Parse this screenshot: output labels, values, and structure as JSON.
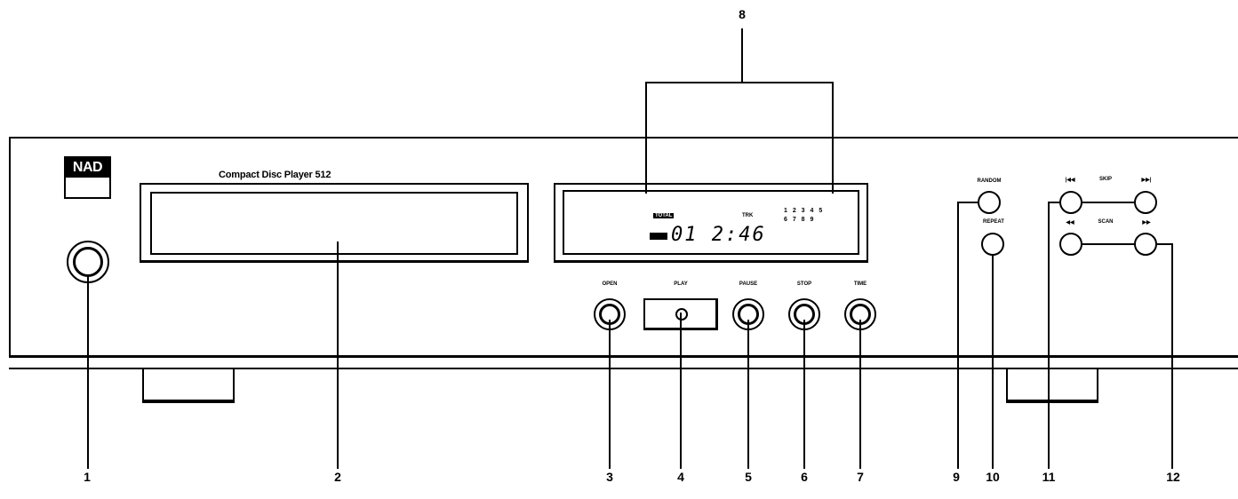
{
  "brand": "NAD",
  "model_title": "Compact Disc Player 512",
  "display": {
    "total_badge": "TOTAL",
    "track_mark": "TRK",
    "grid_row1": "1 2 3 4 5",
    "grid_row2": "6 7 8 9",
    "readout": "01 2:46"
  },
  "buttons": {
    "open": "OPEN",
    "play": "PLAY",
    "pause": "PAUSE",
    "stop": "STOP",
    "time": "TIME",
    "random": "RANDOM",
    "repeat": "REPEAT",
    "skip": "SKIP",
    "scan": "SCAN",
    "skip_back": "|◀◀",
    "skip_fwd": "▶▶|",
    "scan_back": "◀◀",
    "scan_fwd": "▶▶"
  },
  "callouts": {
    "c1": "1",
    "c2": "2",
    "c3": "3",
    "c4": "4",
    "c5": "5",
    "c6": "6",
    "c7": "7",
    "c8": "8",
    "c9": "9",
    "c10": "10",
    "c11": "11",
    "c12": "12"
  }
}
